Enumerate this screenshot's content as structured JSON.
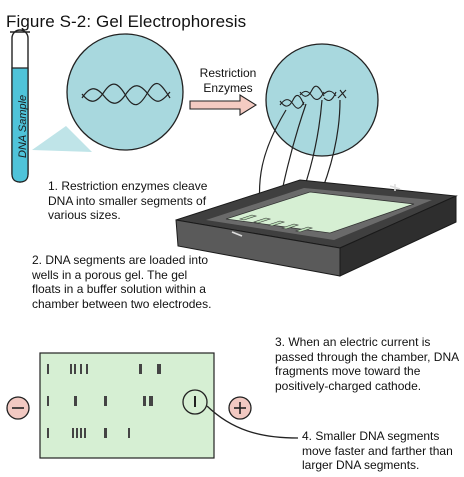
{
  "figure": {
    "title": "Figure S-2: Gel Electrophoresis"
  },
  "labels": {
    "tube": "DNA Sample",
    "arrow_top": "Restriction",
    "arrow_bottom": "Enzymes",
    "negative_electrode": "−",
    "positive_electrode": "+"
  },
  "steps": {
    "step1": "1. Restriction enzymes cleave DNA into smaller segments of various sizes.",
    "step2": "2. DNA segments are loaded into wells in a porous gel.  The gel floats in a buffer solution within a chamber between two electrodes.",
    "step3": "3. When an electric current is passed through the chamber, DNA fragments move toward the positively-charged cathode.",
    "step4": "4. Smaller DNA segments move faster and farther than larger DNA segments."
  },
  "colors": {
    "circle_fill": "#a8d8de",
    "tube_liquid": "#4fc3d9",
    "gel": "#d6efd3",
    "chamber": "#3f3f3f",
    "electrode_fill": "#f2c9c2",
    "band": "#444444"
  }
}
